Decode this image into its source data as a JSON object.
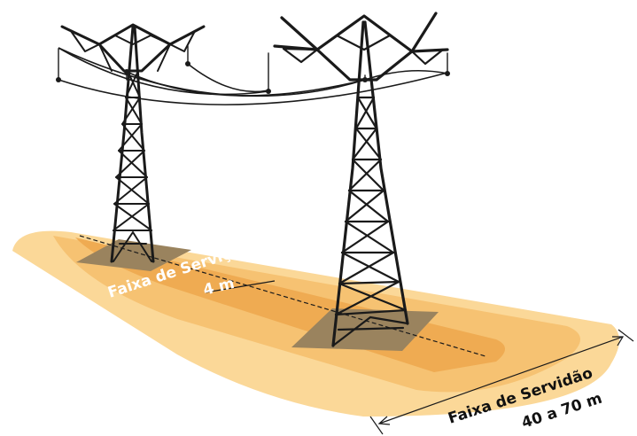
{
  "labels": {
    "service_strip": "Faixa de Serviço",
    "service_width": "4 m",
    "easement_strip": "Faixa de Servidão",
    "easement_width": "40 a 70 m"
  },
  "colors": {
    "easement_outer": "#fbd898",
    "easement_mid": "#f6c272",
    "service_core": "#efab52",
    "tower_base": "#9a835e",
    "tower": "#1a1a1a",
    "label_light": "#ffffff",
    "label_dark": "#111111"
  },
  "icons": {
    "tower_left": "transmission-tower-icon",
    "tower_right": "transmission-tower-icon",
    "insulator": "insulator-icon",
    "dimension_arrow": "double-arrow-icon"
  }
}
